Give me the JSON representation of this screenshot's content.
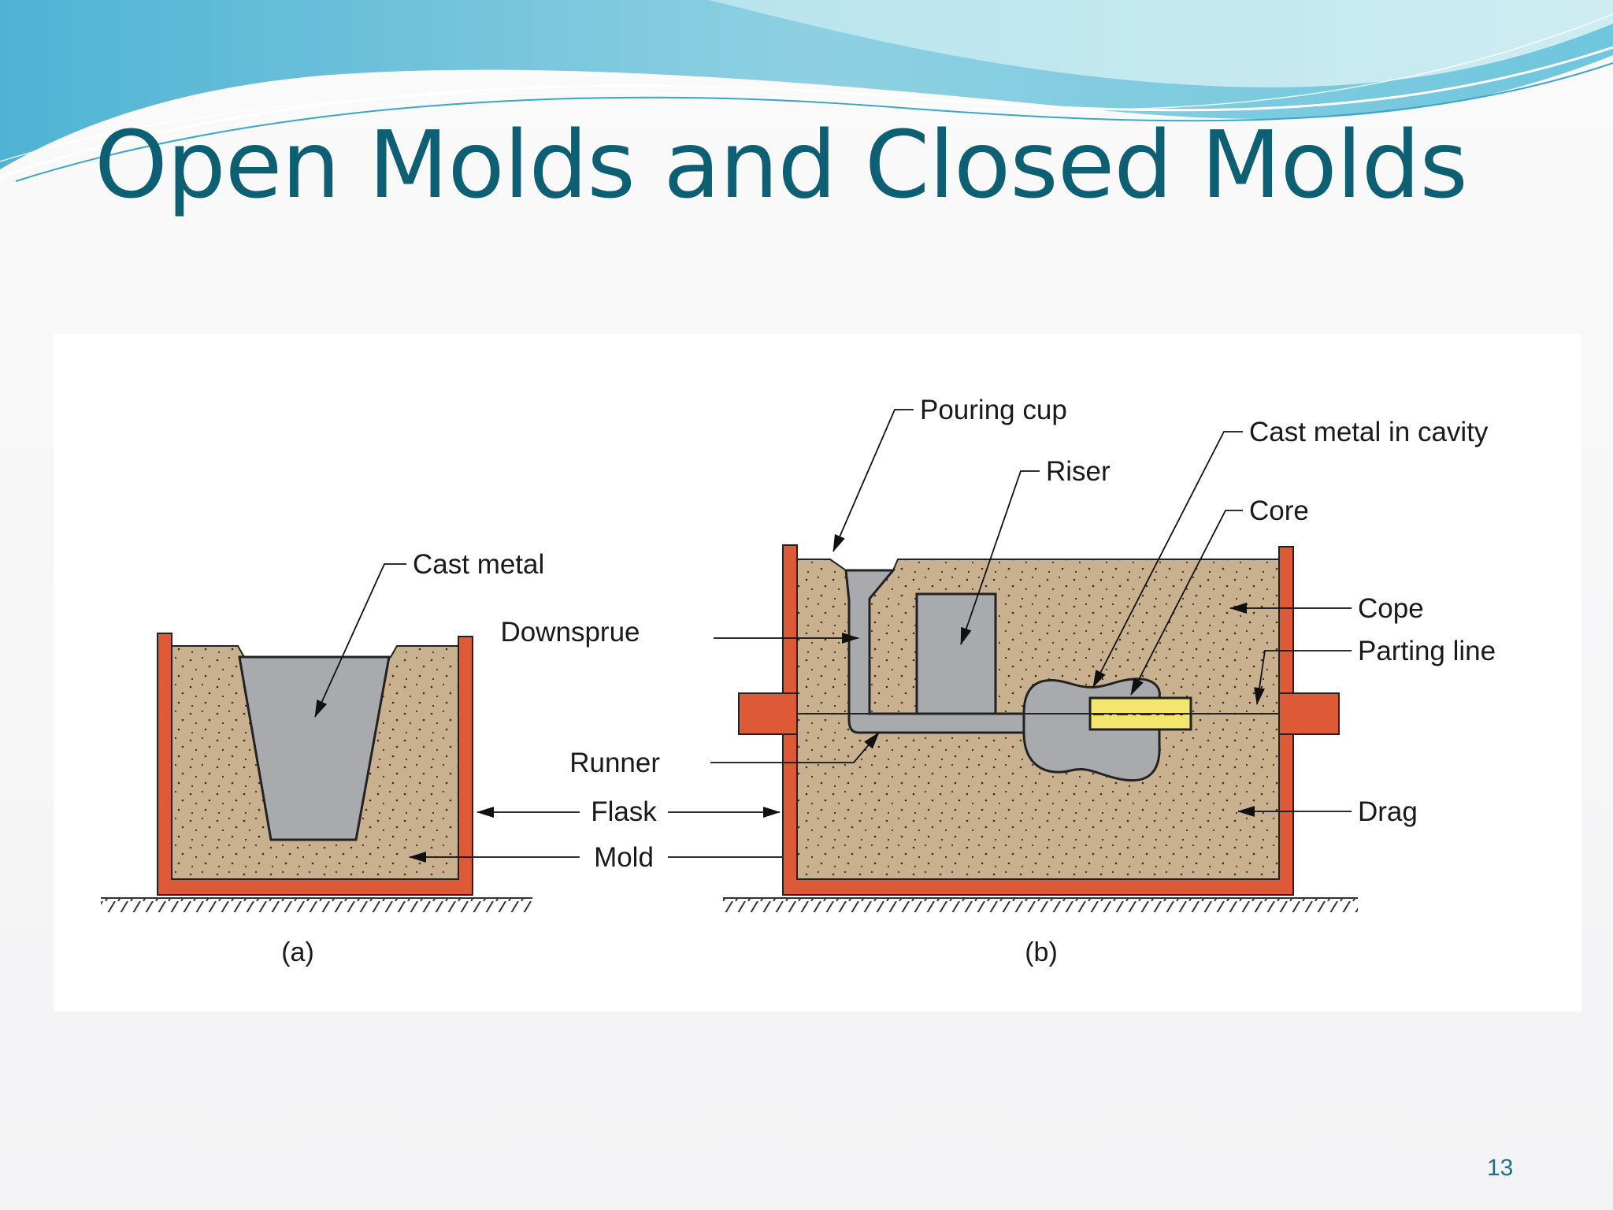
{
  "slide": {
    "title": "Open Molds and Closed Molds",
    "page_number": "13"
  },
  "figure_a": {
    "caption": "(a)",
    "labels": {
      "cast_metal": "Cast metal"
    }
  },
  "figure_b": {
    "caption": "(b)",
    "labels": {
      "pouring_cup": "Pouring cup",
      "cast_metal_in_cavity": "Cast metal in cavity",
      "riser": "Riser",
      "core": "Core",
      "cope": "Cope",
      "parting_line": "Parting line",
      "downsprue": "Downsprue",
      "runner": "Runner",
      "drag": "Drag"
    }
  },
  "shared_labels": {
    "flask": "Flask",
    "mold": "Mold"
  },
  "colors": {
    "title": "#0d5f74",
    "flask": "#de5a37",
    "sand": "#c9b08e",
    "metal": "#a8aaad",
    "core": "#f3e56d",
    "wave_light": "#a8dfe9",
    "wave_dark": "#5fb4d0"
  }
}
